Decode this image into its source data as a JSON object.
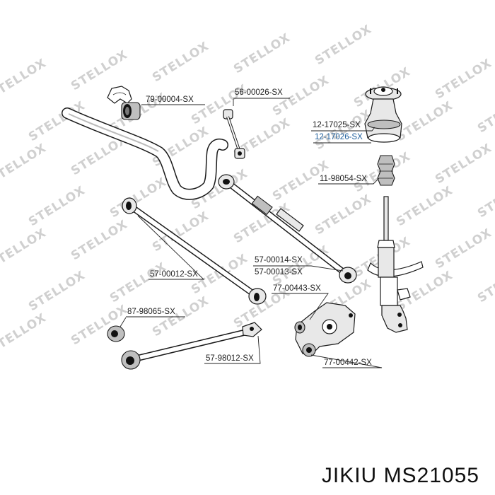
{
  "watermark": {
    "text": "STELLOX",
    "color": "#d0d0d0"
  },
  "part_labels": {
    "stabilizer_bushing": "79-00004-SX",
    "stabilizer_link": "56-00026-SX",
    "strut_mount_1": "12-17025-SX",
    "strut_mount_2": "12-17026-SX",
    "bump_stop": "11-98054-SX",
    "control_arm_long": "57-00012-SX",
    "adjustable_arm_1": "57-00014-SX",
    "adjustable_arm_2": "57-00013-SX",
    "knuckle_bushing_upper": "77-00443-SX",
    "trailing_bushing": "87-98065-SX",
    "lower_arm": "57-98012-SX",
    "knuckle_bushing_lower": "77-00442-SX"
  },
  "highlight_color": "#1f5f9c",
  "footer": {
    "brand": "JIKIU",
    "part_number": "MS21055"
  }
}
